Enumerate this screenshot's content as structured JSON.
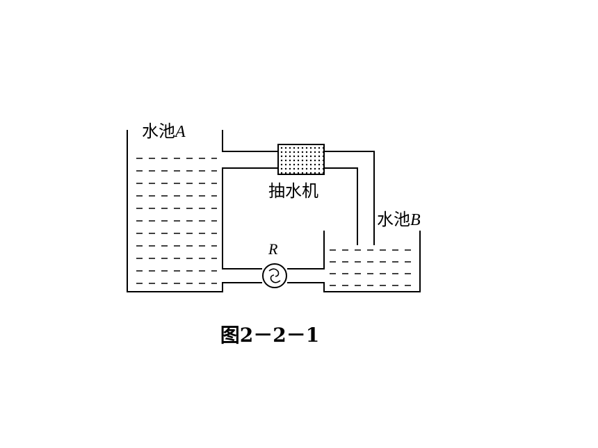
{
  "labels": {
    "tank_a_prefix": "水池",
    "tank_a_var": "A",
    "tank_b_prefix": "水池",
    "tank_b_var": "B",
    "pump": "抽水机",
    "turbine": "R"
  },
  "caption": "图2－2－1"
}
